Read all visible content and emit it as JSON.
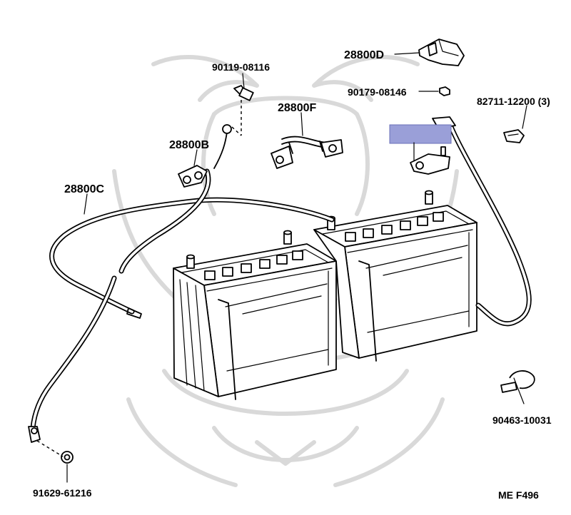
{
  "labels": {
    "part_28800D": "28800D",
    "part_90119_08116": "90119-08116",
    "part_90179_08146": "90179-08146",
    "part_82711_12200": "82711-12200 (3)",
    "part_28800F": "28800F",
    "part_28800B": "28800B",
    "part_28800C": "28800C",
    "part_90463_10031": "90463-10031",
    "part_91629_61216": "91629-61216",
    "footer_code": "ME  F496"
  },
  "highlight_color": "#9a9fd8",
  "icons": [
    "battery-icon",
    "cable-clamp-icon",
    "bolt-icon",
    "nut-icon",
    "terminal-icon",
    "watermark-emblem"
  ]
}
